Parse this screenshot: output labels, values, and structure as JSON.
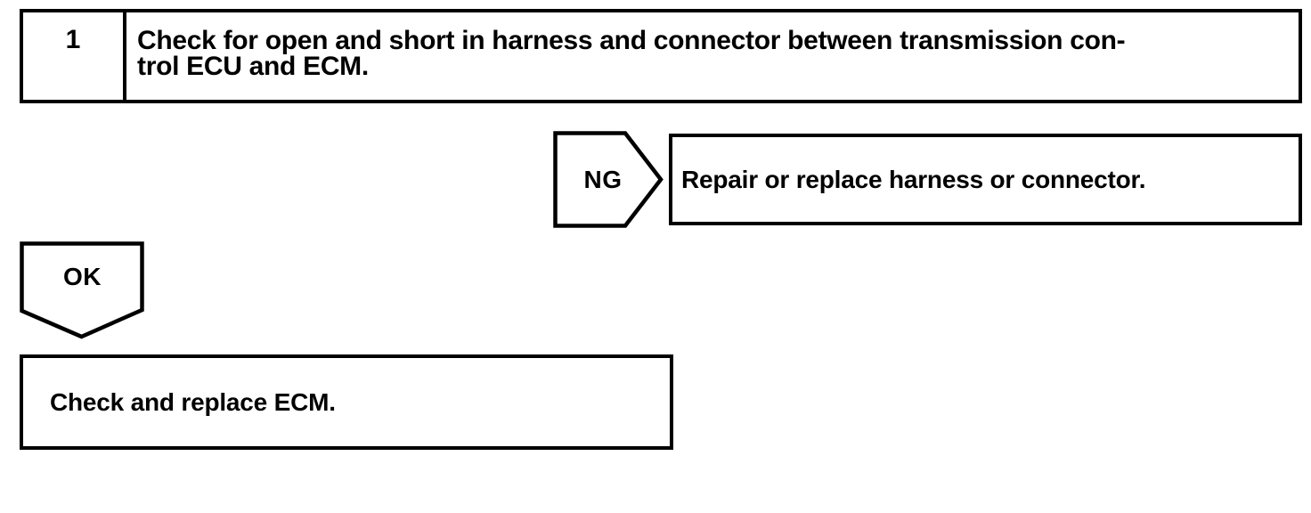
{
  "page": {
    "colors": {
      "ink": "#000000",
      "background": "#ffffff"
    }
  },
  "flowchart": {
    "step": {
      "number": "1",
      "instruction_lines": [
        "Check for open and short in harness and connector between transmission con-",
        "trol ECU and ECM."
      ]
    },
    "ng_branch": {
      "label": "NG",
      "action": "Repair or replace harness or connector."
    },
    "ok_branch": {
      "label": "OK",
      "action": "Check and replace ECM."
    }
  }
}
